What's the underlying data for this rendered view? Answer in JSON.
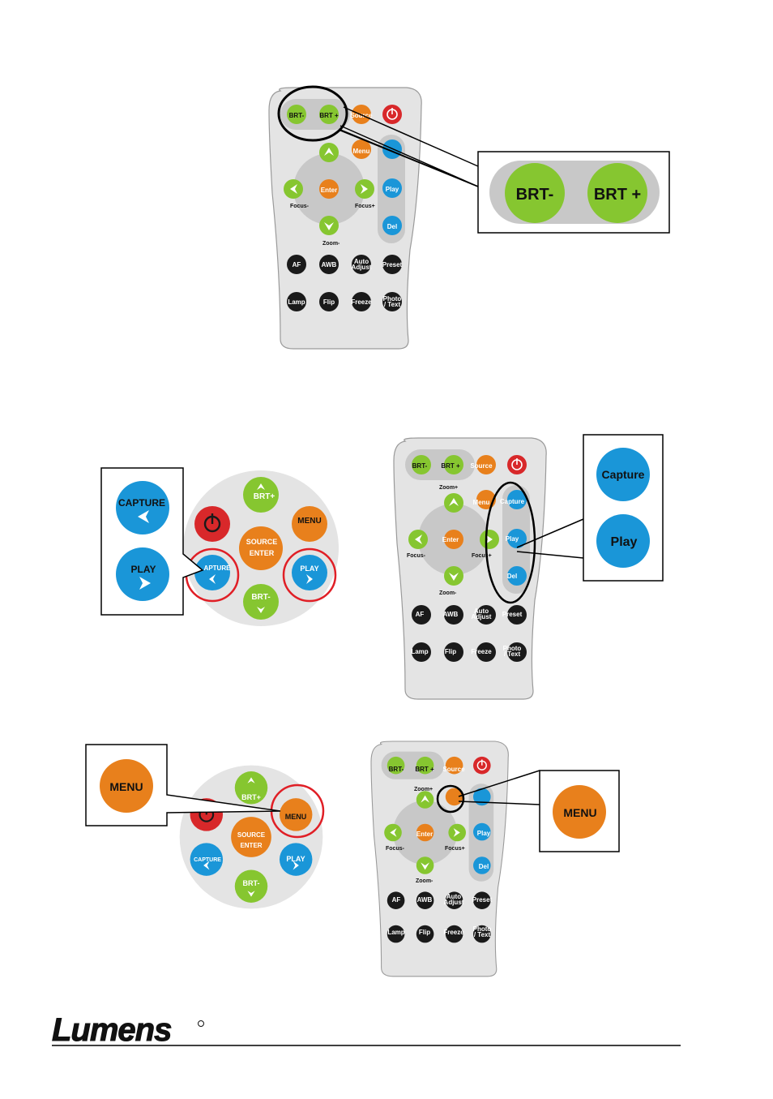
{
  "colors": {
    "green": "#86c630",
    "orange": "#e8801c",
    "blue": "#1a96d8",
    "red": "#d8282a",
    "black": "#1a1a1a",
    "remote": "#e4e4e4",
    "strip": "#c8c8c8",
    "circle_red": "#e01f26"
  },
  "remote": {
    "brt_minus": "BRT-",
    "brt_plus": "BRT +",
    "source": "Source",
    "menu": "Menu",
    "capture": "Capture",
    "play": "Play",
    "del": "Del",
    "enter": "Enter",
    "focus_minus": "Focus-",
    "focus_plus": "Focus+",
    "zoom_plus": "Zoom+",
    "zoom_minus": "Zoom-",
    "af": "AF",
    "awb": "AWB",
    "auto": "Auto",
    "adjust": "Adjust",
    "preset": "Preset",
    "lamp": "Lamp",
    "flip": "Flip",
    "freeze": "Freeze",
    "photo": "Photo",
    "text": "/ Text"
  },
  "callouts": {
    "brt_minus": "BRT-",
    "brt_plus": "BRT +",
    "capture": "Capture",
    "play": "Play",
    "menu": "MENU"
  },
  "panel": {
    "brt_plus": "BRT+",
    "brt_minus": "BRT-",
    "menu": "MENU",
    "source": "SOURCE",
    "enter": "ENTER",
    "capture": "CAPTURE",
    "capture_partial": "APTURE",
    "play": "PLAY"
  },
  "panel_callouts": {
    "capture": "CAPTURE",
    "play": "PLAY",
    "menu": "MENU"
  },
  "footer": {
    "logo": "Lumens"
  }
}
